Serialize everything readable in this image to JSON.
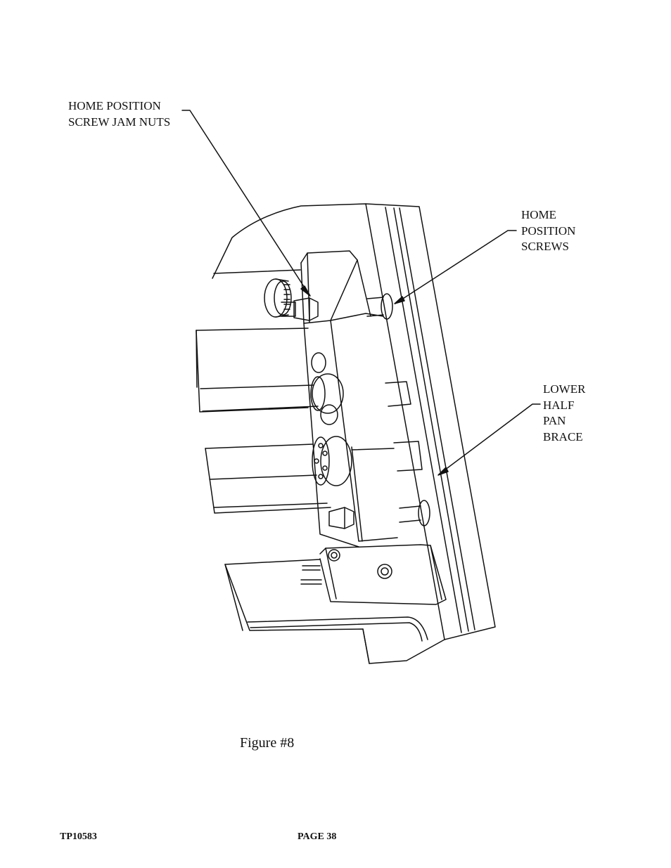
{
  "callouts": {
    "jam_nuts": "HOME POSITION\nSCREW JAM NUTS",
    "screws": "HOME\nPOSITION\nSCREWS",
    "brace": "LOWER\nHALF\nPAN\nBRACE"
  },
  "figure_caption": "Figure #8",
  "footer": {
    "doc_id": "TP10583",
    "page": "PAGE 38"
  }
}
